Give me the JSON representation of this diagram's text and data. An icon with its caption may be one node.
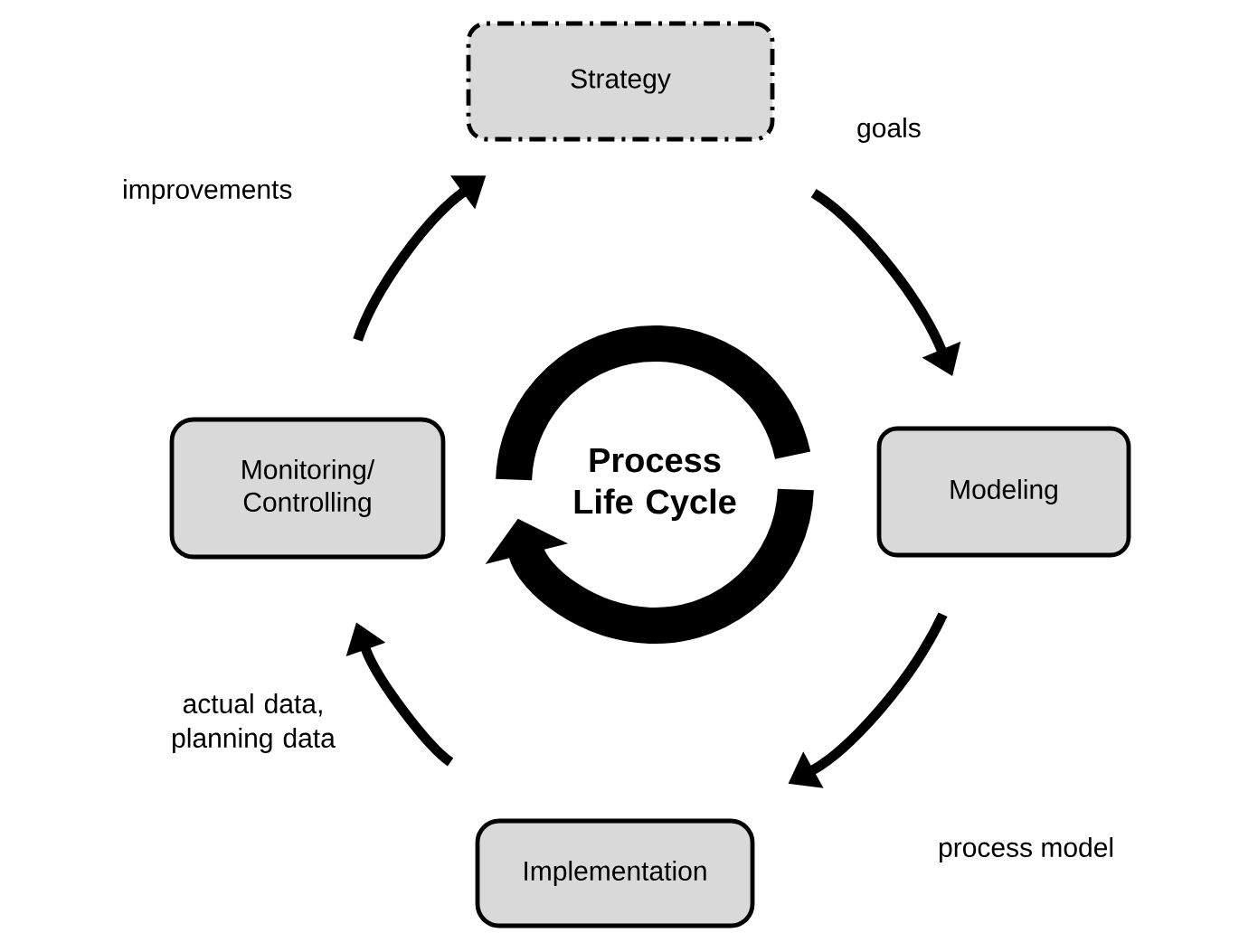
{
  "diagram": {
    "nodes": [
      {
        "text": [
          "Strategy"
        ]
      },
      {
        "text": [
          "Modeling"
        ]
      },
      {
        "text": [
          "Implementation"
        ]
      },
      {
        "text": [
          "Monitoring/ Controlling"
        ]
      },
      {
        "text": [
          "Process Life Cycle"
        ]
      }
    ],
    "edges": [
      {
        "from": 0,
        "to": 1,
        "arrow": "to",
        "label": "goals"
      },
      {
        "from": 1,
        "to": 2,
        "arrow": "to",
        "label": "process model"
      },
      {
        "from": 2,
        "to": 3,
        "arrow": "to",
        "label": "actual data, planning data"
      },
      {
        "from": 3,
        "to": 0,
        "arrow": "to",
        "label": "improvements"
      }
    ]
  }
}
